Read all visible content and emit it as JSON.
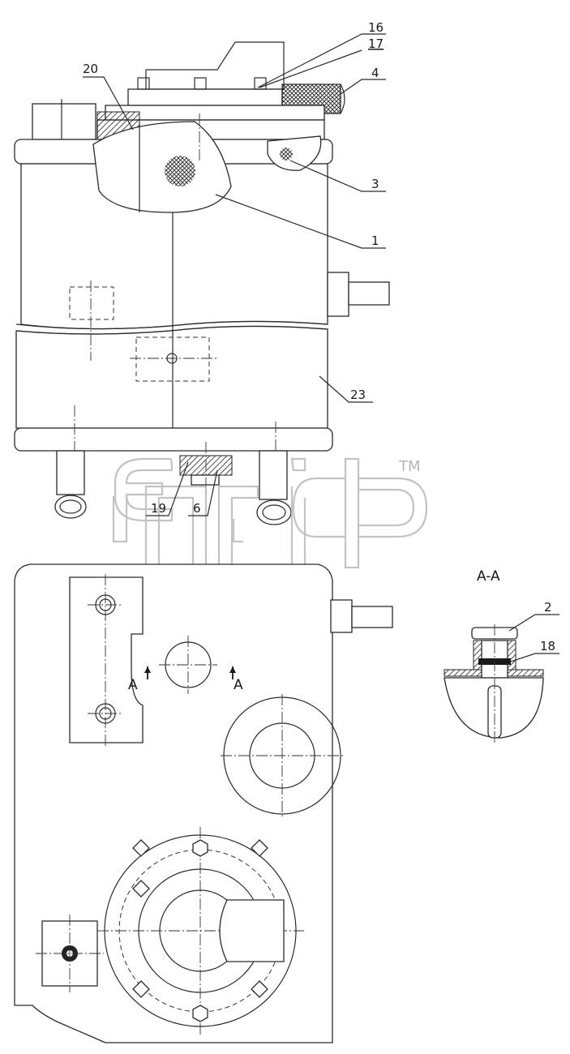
{
  "callouts": {
    "c1": "1",
    "c2": "2",
    "c3": "3",
    "c4": "4",
    "c6": "6",
    "c16": "16",
    "c17": "17",
    "c18": "18",
    "c19": "19",
    "c20": "20",
    "c23": "23"
  },
  "section": {
    "title": "A-A",
    "mark_left": "A",
    "mark_right": "A"
  },
  "watermark": {
    "tm": "TM"
  }
}
